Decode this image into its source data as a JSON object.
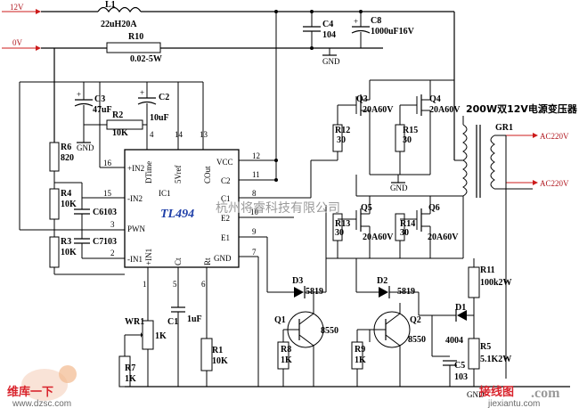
{
  "rails": {
    "v12": "12V",
    "v0": "0V"
  },
  "parts": {
    "L1": "L1",
    "L1_val": "22uH20A",
    "R10": "R10",
    "R10_val": "0.02-5W",
    "C4": "C4",
    "C4_val": "104",
    "C8": "C8",
    "C8_val": "1000uF16V",
    "C3": "C3",
    "C3_val": "47uF",
    "C2": "C2",
    "C2_val": "10uF",
    "R2": "R2",
    "R2_val": "10K",
    "R6": "R6",
    "R6_val": "820",
    "R4": "R4",
    "R4_val": "10K",
    "R3": "R3",
    "R3_val": "10K",
    "C6": "C6",
    "C6_val": "103",
    "C7": "C7",
    "C7_val": "103",
    "C1": "C1",
    "C1_val": "1uF",
    "WR1": "WR1",
    "WR1_val": "1K",
    "R7": "R7",
    "R7_val": "1K",
    "R1": "R1",
    "R1_val": "10K",
    "Q3": "Q3",
    "Q3_val": "20A60V",
    "Q4": "Q4",
    "Q4_val": "20A60V",
    "Q5": "Q5",
    "Q5_val": "20A60V",
    "Q6": "Q6",
    "Q6_val": "20A60V",
    "R12": "R12",
    "R12_val": "30",
    "R15": "R15",
    "R15_val": "30",
    "R13": "R13",
    "R13_val": "30",
    "R14": "R14",
    "R14_val": "30",
    "D3": "D3",
    "D3_val": "5819",
    "D2": "D2",
    "D2_val": "5819",
    "Q1": "Q1",
    "Q1_val": "8550",
    "Q2": "Q2",
    "Q2_val": "8550",
    "R8": "R8",
    "R8_val": "1K",
    "R9": "R9",
    "R9_val": "1K",
    "D1": "D1",
    "D1_val": "4004",
    "R11": "R11",
    "R11_val": "100k2W",
    "R5": "R5",
    "R5_val": "5.1K2W",
    "C5": "C5",
    "C5_val": "103",
    "GR1": "GR1"
  },
  "gnd": "GND",
  "ic": {
    "ref": "IC1",
    "name": "TL494",
    "pins_left": [
      "+IN2",
      "-IN2",
      "PWN",
      "-IN1"
    ],
    "pins_top": [
      "DTime",
      "5Vref",
      "COut"
    ],
    "pins_right": [
      "VCC",
      "C2",
      "C1",
      "E2",
      "E1",
      "GND"
    ],
    "pins_bottom": [
      "+IN1",
      "Ct",
      "Rt"
    ],
    "pin_numbers": [
      "16",
      "15",
      "3",
      "2",
      "4",
      "14",
      "13",
      "12",
      "11",
      "8",
      "10",
      "9",
      "7",
      "1",
      "5",
      "6"
    ]
  },
  "transformer_title": "200W双12V电源变压器",
  "ac_out": [
    "AC220V",
    "AC220V"
  ],
  "watermarks": {
    "center": "杭州将睿科技有限公司",
    "bottom_left_cn": "维库一下",
    "bottom_left_url": "www.dzsc.com",
    "bottom_right_cn": "接线图",
    "bottom_right_com": ".com",
    "bottom_right_url": "jiexiantu.com"
  }
}
